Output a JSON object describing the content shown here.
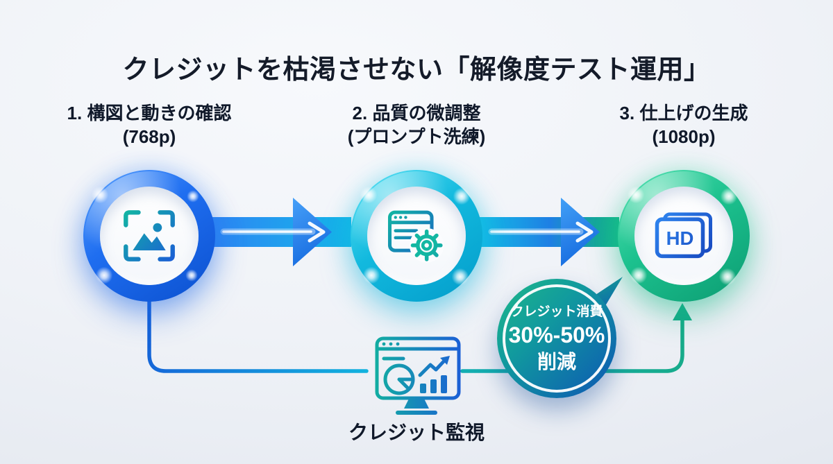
{
  "title": "クレジットを枯渇させない「解像度テスト運用」",
  "steps": [
    {
      "label": "1. 構図と動きの確認",
      "sub": "(768p)"
    },
    {
      "label": "2. 品質の微調整",
      "sub": "(プロンプト洗練)"
    },
    {
      "label": "3. 仕上げの生成",
      "sub": "(1080p)"
    }
  ],
  "badge": {
    "line1": "クレジット消費",
    "line2": "30%-50%",
    "line3": "削減"
  },
  "monitor_label": "クレジット監視",
  "hd_label": "HD",
  "icons": {
    "step1": "image-frame-icon",
    "step2": "browser-gear-icon",
    "step3": "hd-frames-icon",
    "monitor": "analytics-monitor-icon",
    "arrows": "right-arrow-icon",
    "feedback": "up-arrow-icon"
  },
  "colors": {
    "background": "#eef1f6",
    "text_dark": "#10192a",
    "ring_step1": "#1f6ef0",
    "ring_step2": "#12b9de",
    "ring_step3": "#1cc18e",
    "arrow_blue": "#1c7df0",
    "icon_teal": "#13b7a2",
    "icon_blue": "#1a5cd6",
    "badge_green": "#1fb988",
    "badge_blue": "#0d55b4",
    "connector_left": "#1560d8",
    "connector_right": "#17a98c"
  }
}
